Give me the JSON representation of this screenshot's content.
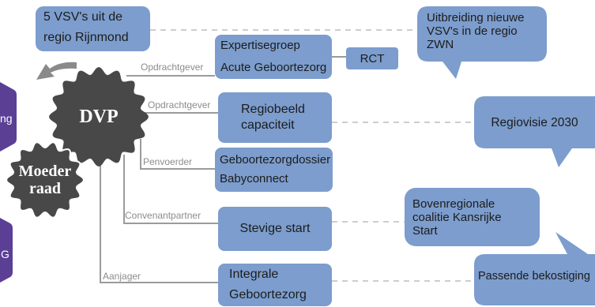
{
  "partial_nodes": [
    {
      "label": "ng"
    },
    {
      "label": "G"
    }
  ],
  "source_box": {
    "lines": [
      "5 VSV's uit de",
      "regio Rijnmond"
    ]
  },
  "dvp": {
    "label": "DVP"
  },
  "moederraad": {
    "lines": [
      "Moeder",
      "raad"
    ]
  },
  "relations": [
    {
      "role": "Opdrachtgever",
      "target_lines": [
        "Expertisegroep",
        "Acute Geboortezorg"
      ]
    },
    {
      "role": "Opdrachtgever",
      "target_lines": [
        "Regiobeeld",
        "capaciteit"
      ]
    },
    {
      "role": "Penvoerder",
      "target_lines": [
        "Geboortezorgdossier",
        "Babyconnect"
      ]
    },
    {
      "role": "Convenantpartner",
      "target_lines": [
        "Stevige start"
      ]
    },
    {
      "role": "Aanjager",
      "target_lines": [
        "Integrale",
        "Geboortezorg"
      ]
    }
  ],
  "rct_box": {
    "label": "RCT"
  },
  "callouts": [
    {
      "lines": [
        "Uitbreiding nieuwe",
        "VSV's in de regio",
        "ZWN"
      ]
    },
    {
      "lines": [
        "Regiovisie 2030"
      ]
    },
    {
      "lines": [
        "Bovenregionale",
        "coalitie Kansrijke",
        "Start"
      ]
    },
    {
      "lines": [
        "Passende bekostiging"
      ]
    }
  ],
  "icons": {
    "arrow": "curved-arrow-icon"
  },
  "colors": {
    "box": "#7c9dcd",
    "badge": "#484848",
    "partial": "#5a3f95",
    "connector": "#9b9b9b",
    "dashed": "#cdcdcd",
    "label": "#8c8c8c",
    "ink": "#1c1c1c",
    "on_dark": "#ffffff",
    "arrow": "#8a8a8a"
  }
}
